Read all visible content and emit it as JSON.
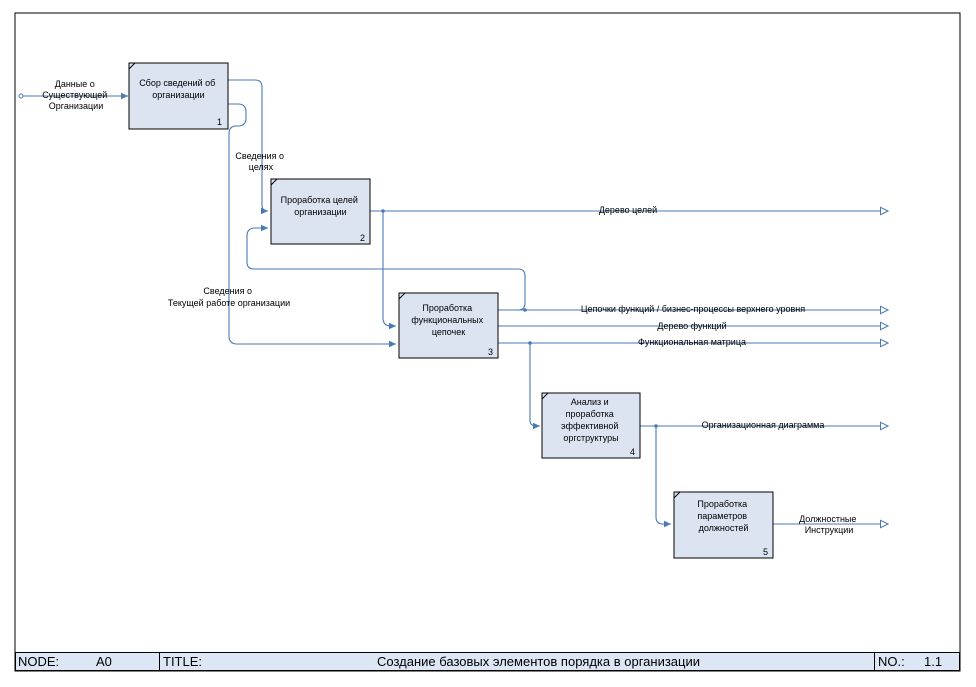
{
  "footer": {
    "node_label": "NODE:",
    "node_value": "A0",
    "title_label": "TITLE:",
    "title_value": "Создание базовых элементов порядка в организации",
    "no_label": "NO.:",
    "no_value": "1.1"
  },
  "boxes": [
    {
      "id": 1,
      "lines": [
        "Сбор сведений об",
        "организации"
      ],
      "number": "1"
    },
    {
      "id": 2,
      "lines": [
        "Проработка целей",
        "организации"
      ],
      "number": "2"
    },
    {
      "id": 3,
      "lines": [
        "Проработка",
        "функциональных",
        "цепочек"
      ],
      "number": "3"
    },
    {
      "id": 4,
      "lines": [
        "Анализ и",
        "проработка",
        "эффективной",
        "оргструктуры"
      ],
      "number": "4"
    },
    {
      "id": 5,
      "lines": [
        "Проработка",
        "параметров",
        "должностей"
      ],
      "number": "5"
    }
  ],
  "labels": {
    "input": [
      "Данные о",
      "Существующей",
      "Организации"
    ],
    "goals_info": [
      "Сведения о",
      "целях"
    ],
    "work_info": [
      "Сведения о",
      "Текущей работе организации"
    ],
    "goal_tree": "Дерево целей",
    "chains": "Цепочки функций / бизнес-процессы верхнего уровня",
    "function_tree": "Дерево функций",
    "function_matrix": "Функциональная матрица",
    "org_diagram": "Организационная диаграмма",
    "job_instructions": [
      "Должностные",
      "Инструкции"
    ]
  },
  "colors": {
    "box_fill": "#dce4f2",
    "arrow": "#4a79b8",
    "footer_fill": "#dce6f4"
  }
}
